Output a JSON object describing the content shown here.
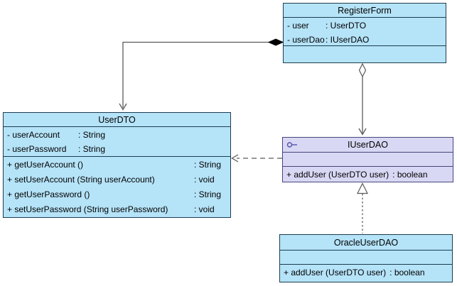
{
  "diagram": {
    "type": "uml-class-diagram",
    "colors": {
      "class_fill": "#b5e3f8",
      "interface_fill": "#d9d8f4",
      "class_border": "#1d3d50",
      "interface_border": "#45457c",
      "connector_line": "#5a5a5a",
      "composition_diamond_fill": "#000000"
    }
  },
  "classes": {
    "registerForm": {
      "name": "RegisterForm",
      "attributes": [
        {
          "sig": "- user",
          "ret": ": UserDTO"
        },
        {
          "sig": "- userDao",
          "ret": ": IUserDAO"
        }
      ],
      "methods": []
    },
    "userDTO": {
      "name": "UserDTO",
      "attributes": [
        {
          "sig": "- userAccount",
          "ret": ": String"
        },
        {
          "sig": "- userPassword",
          "ret": ": String"
        }
      ],
      "methods": [
        {
          "sig": "+ getUserAccount ()",
          "ret": ": String"
        },
        {
          "sig": "+ setUserAccount (String userAccount)",
          "ret": ": void"
        },
        {
          "sig": "+ getUserPassword ()",
          "ret": ": String"
        },
        {
          "sig": "+ setUserPassword (String userPassword)",
          "ret": ": void"
        }
      ]
    },
    "iUserDAO": {
      "name": "IUserDAO",
      "stereotype_icon": "interface-lollipop-icon",
      "attributes": [],
      "methods": [
        {
          "sig": "+ addUser (UserDTO user)",
          "ret": ": boolean"
        }
      ]
    },
    "oracleUserDAO": {
      "name": "OracleUserDAO",
      "attributes": [],
      "methods": [
        {
          "sig": "+ addUser (UserDTO user)",
          "ret": ": boolean"
        }
      ]
    }
  },
  "relationships": [
    {
      "type": "composition",
      "from": "RegisterForm",
      "to": "UserDTO"
    },
    {
      "type": "aggregation",
      "from": "RegisterForm",
      "to": "IUserDAO"
    },
    {
      "type": "dependency",
      "from": "IUserDAO",
      "to": "UserDTO"
    },
    {
      "type": "realization",
      "from": "OracleUserDAO",
      "to": "IUserDAO"
    }
  ]
}
